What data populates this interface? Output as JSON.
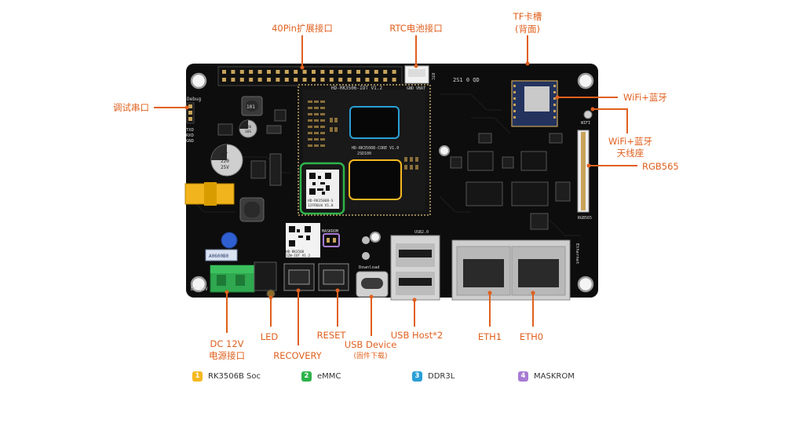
{
  "callouts": {
    "pin40": "40Pin扩展接口",
    "rtc": "RTC电池接口",
    "tf_line1": "TF卡槽",
    "tf_line2": "(背面)",
    "debug": "调试串口",
    "wifi1": "WiFi+蓝牙",
    "wifi2_line1": "WiFi+蓝牙",
    "wifi2_line2": "天线座",
    "rgb565": "RGB565",
    "dc_line1": "DC 12V",
    "dc_line2": "电源接口",
    "led": "LED",
    "recovery": "RECOVERY",
    "reset": "RESET",
    "usb_device": "USB Device",
    "usb_device_sub": "(固件下载)",
    "usb_host": "USB Host*2",
    "eth1": "ETH1",
    "eth0": "ETH0"
  },
  "legend": [
    {
      "num": "1",
      "label": "RK3506B Soc",
      "color": "#f5b820"
    },
    {
      "num": "2",
      "label": "eMMC",
      "color": "#2db34a"
    },
    {
      "num": "3",
      "label": "DDR3L",
      "color": "#2a9fd6"
    },
    {
      "num": "4",
      "label": "MASKROM",
      "color": "#a77bd3"
    }
  ],
  "silkscreen": {
    "board_name": "HD-RK3506-IOT V1.2",
    "core_name": "HD-RK3506B-CORE V1.0",
    "debug": "Debug",
    "txd": "TXD",
    "rxd": "RXD",
    "gnd": "GND",
    "rtc": "RTC",
    "gnd_vbat": "GND VBAT",
    "wifi": "WIFI",
    "rgb565": "RGB565",
    "ethernet": "Ethernet",
    "dc12v": "DC 12V",
    "maskrom": "MASKROM",
    "usb_b": "USB2.0",
    "download": "Download",
    "cap1_l1": "RT",
    "cap1_l2": "220",
    "cap1_l3": "25V",
    "cap2_l1": "220",
    "cap2_l2": "16S",
    "ind_code": "101",
    "sticker_l1": "HD-RK3506B-S",
    "sticker_l2": "12FR0LW V1.0",
    "label_l1": "HD-RK3506",
    "label_l2": "IZW-IOT V1.2",
    "cdate": "2SD100",
    "back_code": "2S1 0 QD",
    "fuse": "A0600B0"
  }
}
